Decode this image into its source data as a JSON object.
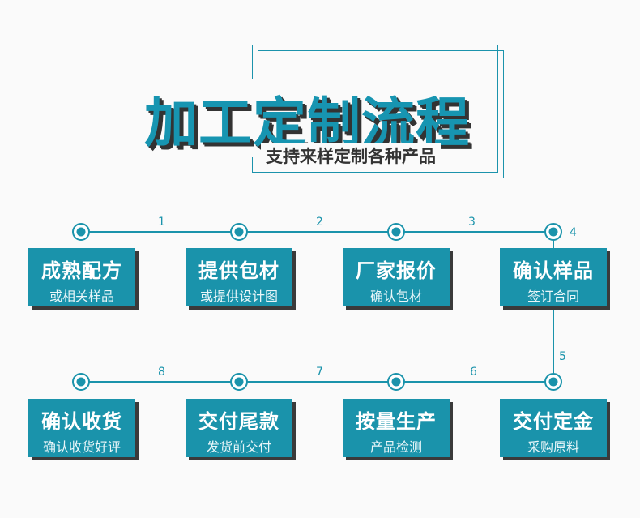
{
  "title": "加工定制流程",
  "subtitle": "支持来样定制各种产品",
  "steps": [
    {
      "num": "1",
      "main": "成熟配方",
      "sub": "或相关样品"
    },
    {
      "num": "2",
      "main": "提供包材",
      "sub": "或提供设计图"
    },
    {
      "num": "3",
      "main": "厂家报价",
      "sub": "确认包材"
    },
    {
      "num": "4",
      "main": "确认样品",
      "sub": "签订合同"
    },
    {
      "num": "5",
      "main": "交付定金",
      "sub": "采购原料"
    },
    {
      "num": "6",
      "main": "按量生产",
      "sub": "产品检测"
    },
    {
      "num": "7",
      "main": "交付尾款",
      "sub": "发货前交付"
    },
    {
      "num": "8",
      "main": "确认收货",
      "sub": "确认收货好评"
    }
  ],
  "colors": {
    "accent": "#1a93ab",
    "shadow": "#3a3a3a",
    "text": "#333333"
  }
}
